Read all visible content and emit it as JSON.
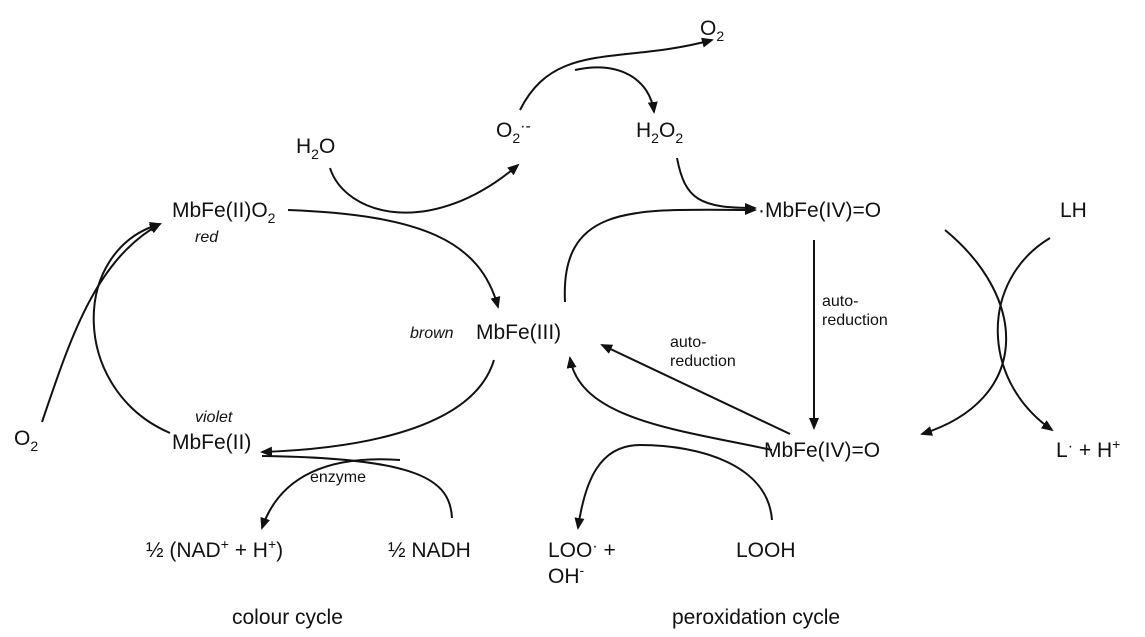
{
  "colors": {
    "ink": "#111111",
    "background": "#ffffff"
  },
  "species": {
    "o2_top": "O",
    "o2_top_sub": "2",
    "superoxide": "O",
    "superoxide_sub": "2",
    "superoxide_charge": "·-",
    "h2o2_h": "H",
    "h2o2_sub1": "2",
    "h2o2_o": "O",
    "h2o2_sub2": "2",
    "h2o_h": "H",
    "h2o_sub": "2",
    "h2o_o": "O",
    "oxymb": "MbFe(II)O",
    "oxymb_sub": "2",
    "ferryl_radical": "·MbFe(IV)=O",
    "lh": "LH",
    "metmb": "MbFe(III)",
    "deoxymb": "MbFe(II)",
    "o2_left": "O",
    "o2_left_sub": "2",
    "ferryl": "MbFe(IV)=O",
    "l_radical": "L",
    "l_plus": " + H",
    "l_plus_sup": "+",
    "nad": "½ (NAD",
    "nad_sup1": "+",
    "nad_mid": " + H",
    "nad_sup2": "+",
    "nad_end": ")",
    "nadh": "½ NADH",
    "loo": "LOO",
    "loo_plus": " +",
    "oh": "OH",
    "oh_sup": "-",
    "looh": "LOOH"
  },
  "annotations": {
    "red": "red",
    "brown": "brown",
    "violet": "violet",
    "enzyme": "enzyme",
    "auto_reduction_1a": "auto-",
    "auto_reduction_1b": "reduction",
    "auto_reduction_2a": "auto-",
    "auto_reduction_2b": "reduction"
  },
  "captions": {
    "colour_cycle": "colour cycle",
    "peroxidation_cycle": "peroxidation cycle"
  }
}
